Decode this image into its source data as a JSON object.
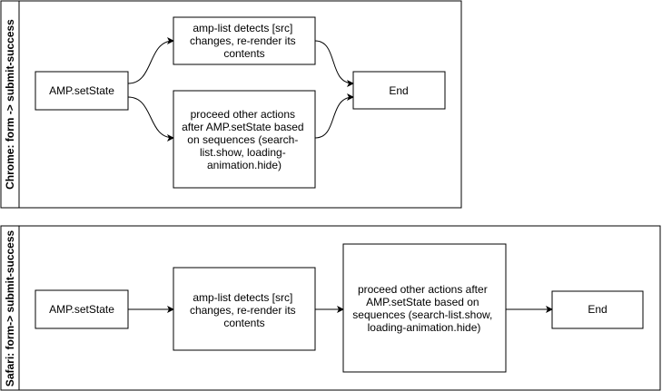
{
  "lanes": [
    {
      "title": "Chrome: form -> submit-success",
      "nodes": {
        "start": [
          "AMP.setState"
        ],
        "amplist": [
          "amp-list detects [src]",
          "changes, re-render its",
          "contents"
        ],
        "proceed": [
          "proceed other actions",
          "after AMP.setState based",
          "on sequences (search-",
          "list.show, loading-",
          "animation.hide)"
        ],
        "end": [
          "End"
        ]
      }
    },
    {
      "title": "Safari: form-> submit-success",
      "nodes": {
        "start": [
          "AMP.setState"
        ],
        "amplist": [
          "amp-list detects [src]",
          "changes, re-render its",
          "contents"
        ],
        "proceed": [
          "proceed other actions after",
          "AMP.setState based on",
          "sequences (search-list.show,",
          "loading-animation.hide)"
        ],
        "end": [
          "End"
        ]
      }
    }
  ]
}
